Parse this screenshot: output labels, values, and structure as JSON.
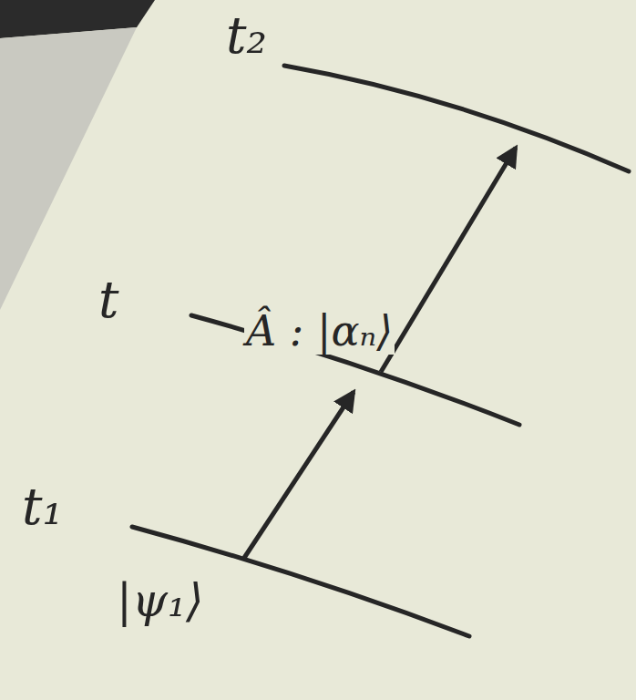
{
  "diagram": {
    "labels": [
      "t₂",
      "t",
      "t₁",
      "Â : |αₙ⟩",
      "|ψ₁⟩"
    ]
  }
}
